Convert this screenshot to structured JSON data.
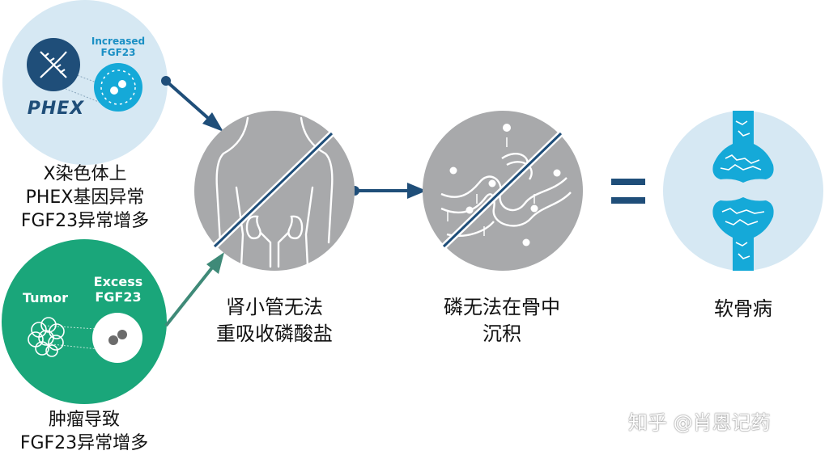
{
  "phex_badge": {
    "top_label_1": "Increased",
    "top_label_2": "FGF23",
    "gene_label": "PHEX"
  },
  "tumor_badge": {
    "left_label": "Tumor",
    "right_label_1": "Excess",
    "right_label_2": "FGF23"
  },
  "captions": {
    "phex_lines": [
      "X染色体上",
      "PHEX基因异常",
      "FGF23异常增多"
    ],
    "tumor_lines": [
      "肿瘤导致",
      "FGF23异常增多"
    ],
    "kidney_lines": [
      "肾小管无法",
      "重吸收磷酸盐"
    ],
    "bone_deposit_lines": [
      "磷无法在骨中",
      "沉积"
    ],
    "result": "软骨病"
  },
  "watermark": "知乎 @肖恩记药",
  "colors": {
    "navy": "#1f4e79",
    "teal_green": "#1aa67a",
    "gray_circle": "#a8a9ab",
    "light_blue": "#d6e8f3",
    "cyan": "#15a9d8"
  }
}
